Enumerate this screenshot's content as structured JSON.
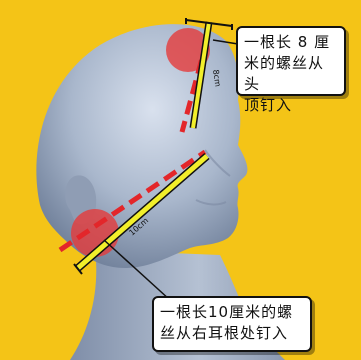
{
  "colors": {
    "background": "#f4c417",
    "head": "#a9b7cc",
    "head_shadow": "#6f7f99",
    "rod": "#f2ef2b",
    "guide": "#e3262a",
    "bulb": "#e53b3b",
    "callout_border": "#111111"
  },
  "callout_top": {
    "line1": "一根长 8 厘",
    "line2": "米的螺丝从头",
    "line3": "顶钉入"
  },
  "callout_bottom": {
    "line1": "一根长10厘米的螺",
    "line2": "丝从右耳根处钉入"
  },
  "rod_labels": {
    "top": "8cm",
    "ear": "10cm"
  }
}
